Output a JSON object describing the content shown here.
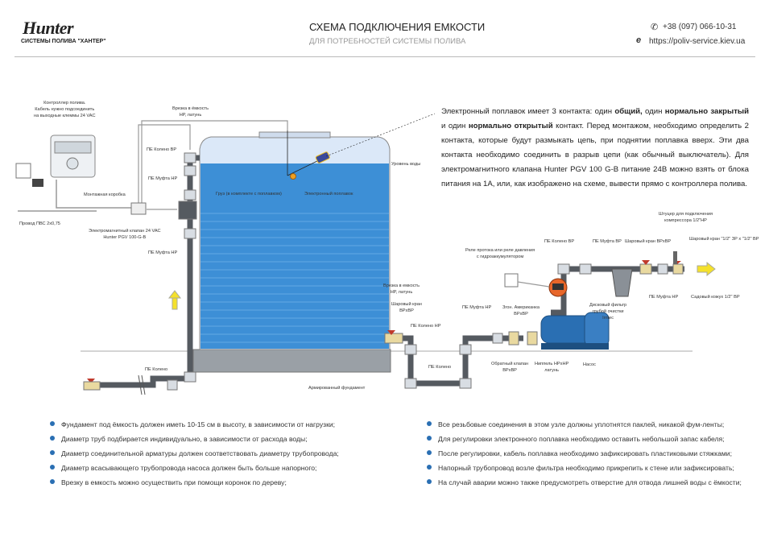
{
  "header": {
    "brand": "Hunter",
    "brand_sub": "СИСТЕМЫ ПОЛИВА \"ХАНТЕР\"",
    "title": "СХЕМА ПОДКЛЮЧЕНИЯ ЕМКОСТИ",
    "subtitle": "ДЛЯ ПОТРЕБНОСТЕЙ СИСТЕМЫ ПОЛИВА",
    "phone": "+38 (097) 066-10-31",
    "website": "https://poliv-service.kiev.ua",
    "phone_icon": "phone-icon",
    "web_icon": "internet-explorer-icon"
  },
  "description": {
    "p1": "Электронный поплавок имеет 3 контакта: один ",
    "b1": "общий,",
    "p2": " один ",
    "b2": "нормально закрытый",
    "p3": " и один ",
    "b3": "нормально открытый",
    "p4": " контакт. Перед монтажом, необходимо определить 2 контакта, которые будут размыкать цепь, при поднятии поплавка вверх. Эти два контакта необходимо соединить в разрыв цепи (как обычный выключатель). Для электромагнитного клапана Hunter PGV 100 G-B питание 24В можно взять от блока питания на 1А, или, как изображено на схеме, вывести прямо с контроллера полива."
  },
  "labels": {
    "controller": "Контроллер полива.\nКабель нужно подсоединить\nна выходные клеммы 24 VAC",
    "tap_in": "Врезка в ёмкость\nНР, латунь",
    "elbow_vr_top": "ПЕ Колено ВР",
    "coupling_nr_1": "ПЕ Муфта НР",
    "water_level": "Уровень воды",
    "weight": "Груз (в комплекте с поплавком)",
    "float": "Электронный поплавок",
    "junction_box": "Монтажная коробка",
    "cable": "Провод ПВС 2х0,75",
    "valve": "Электромагнитный клапан 24 VAC\nHunter PGV 100-G-B",
    "coupling_nr_2": "ПЕ Муфта НР",
    "elbow_bottom": "ПЕ Колено",
    "foundation": "Армированный фундамент",
    "tap_out": "Врезка в емкость\nНР, латунь",
    "ball_valve": "Шаровый кран\nВРхВР",
    "elbow_nr": "ПЕ Колено НР",
    "elbow_bottom_2": "ПЕ Колено",
    "coupling_nr_3": "ПЕ Муфта НР",
    "union": "Згон. Американка\nВРхВР",
    "check_valve": "Обратный клапан\nВРхВР",
    "nipple": "Ниппель НРхНР\nлатунь",
    "pump": "Насос",
    "pressure_relay": "Реле протока или реле давления\nс гидроаккумулятором",
    "elbow_vr_right": "ПЕ Колено ВР",
    "coupling_vr": "ПЕ Муфта ВР",
    "ball_valve_vr": "Шаровый кран ВРхВР",
    "disc_filter": "Дисковый фильтр\nгрубой очистки\nIrritec",
    "coupling_nr_4": "ПЕ Муфта НР",
    "compressor_fitting": "Штуцер для подключения\nкомпрессора 1/2\"НР",
    "ball_valve_small": "Шаровый кран \"1/2\" ЗР х \"1/2\" ВР",
    "drain_plug": "Садовый кожух 1/2\" ВР"
  },
  "notes_left": [
    "Фундамент под ёмкость должен иметь 10-15 см в высоту, в зависимости от нагрузки;",
    "Диаметр труб подбирается индивидуально, в зависимости от расхода воды;",
    "Диаметр соединительной арматуры должен соответствовать диаметру трубопровода;",
    "Диаметр всасывающего трубопровода насоса должен быть больше напорного;",
    "Врезку в емкость можно осуществить при помощи коронок по дереву;"
  ],
  "notes_right": [
    "Все резьбовые соединения в этом узле должны уплотнятся паклей, никакой фум-ленты;",
    "Для регулировки электронного поплавка необходимо оставить небольшой запас кабеля;",
    "После регулировки, кабель поплавка необходимо зафиксировать пластиковыми стяжками;",
    "Напорный трубопровод возле фильтра необходимо прикрепить к стене или зафиксировать;",
    "На случай аварии можно также предусмотреть отверстие для отвода лишней воды с ёмкости;"
  ],
  "colors": {
    "tank_top": "#dbe8f8",
    "water": "#3d8fd6",
    "pipe": "#555a60",
    "fitting": "#d8dde3",
    "accent_blue": "#2a6fb3",
    "arrow_yellow": "#f5e12b",
    "valve_red": "#c0392b"
  }
}
